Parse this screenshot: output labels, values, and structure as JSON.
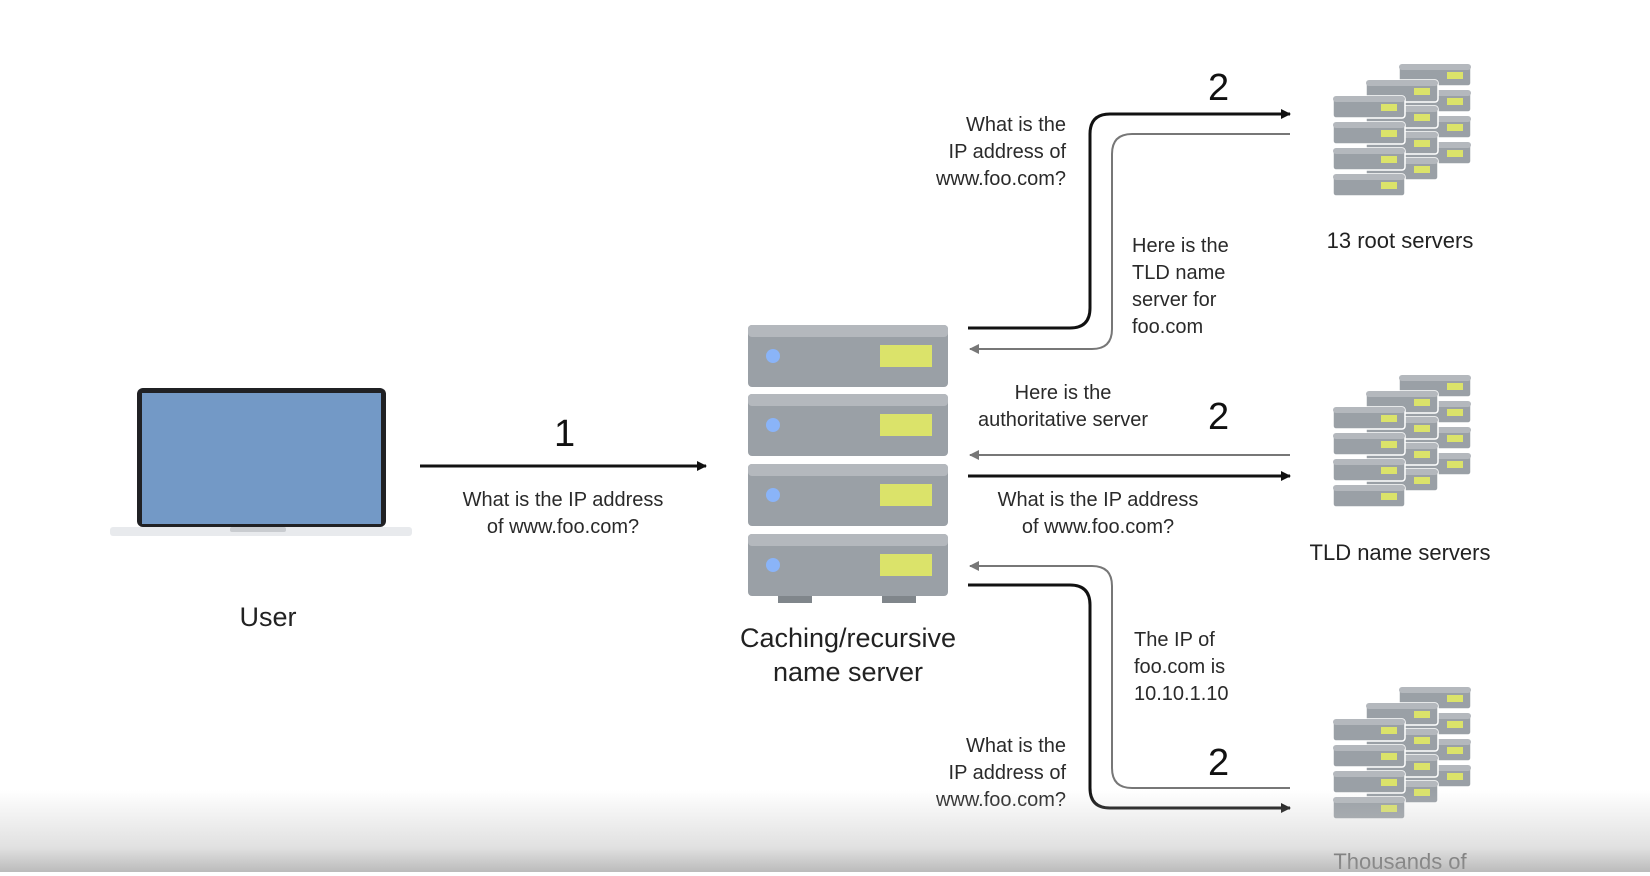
{
  "nodes": {
    "user": {
      "label": "User"
    },
    "resolver": {
      "label": "Caching/recursive\nname server"
    },
    "root": {
      "label": "13 root servers"
    },
    "tld": {
      "label": "TLD name servers"
    },
    "authoritative": {
      "label": "Thousands of"
    }
  },
  "steps": {
    "step1": "1",
    "step2_root": "2",
    "step2_tld": "2",
    "step2_auth": "2"
  },
  "messages": {
    "user_query": "What is the IP address\nof www.foo.com?",
    "root_query": "What is the\nIP address of\nwww.foo.com?",
    "root_reply": "Here is the\nTLD name\nserver for\nfoo.com",
    "tld_reply": "Here is the\nauthoritative server",
    "tld_query": "What is the IP address\nof www.foo.com?",
    "auth_reply": "The IP of\nfoo.com is\n10.10.1.10",
    "auth_query": "What is the\nIP address of\nwww.foo.com?"
  },
  "colors": {
    "laptop_screen": "#7399c6",
    "laptop_frame": "#202124",
    "server_body": "#9aa0a6",
    "server_top": "#80868b",
    "server_light": "#dbe36a",
    "server_led": "#8ab4f8",
    "request_arrow": "#111111",
    "reply_arrow": "#777777"
  }
}
